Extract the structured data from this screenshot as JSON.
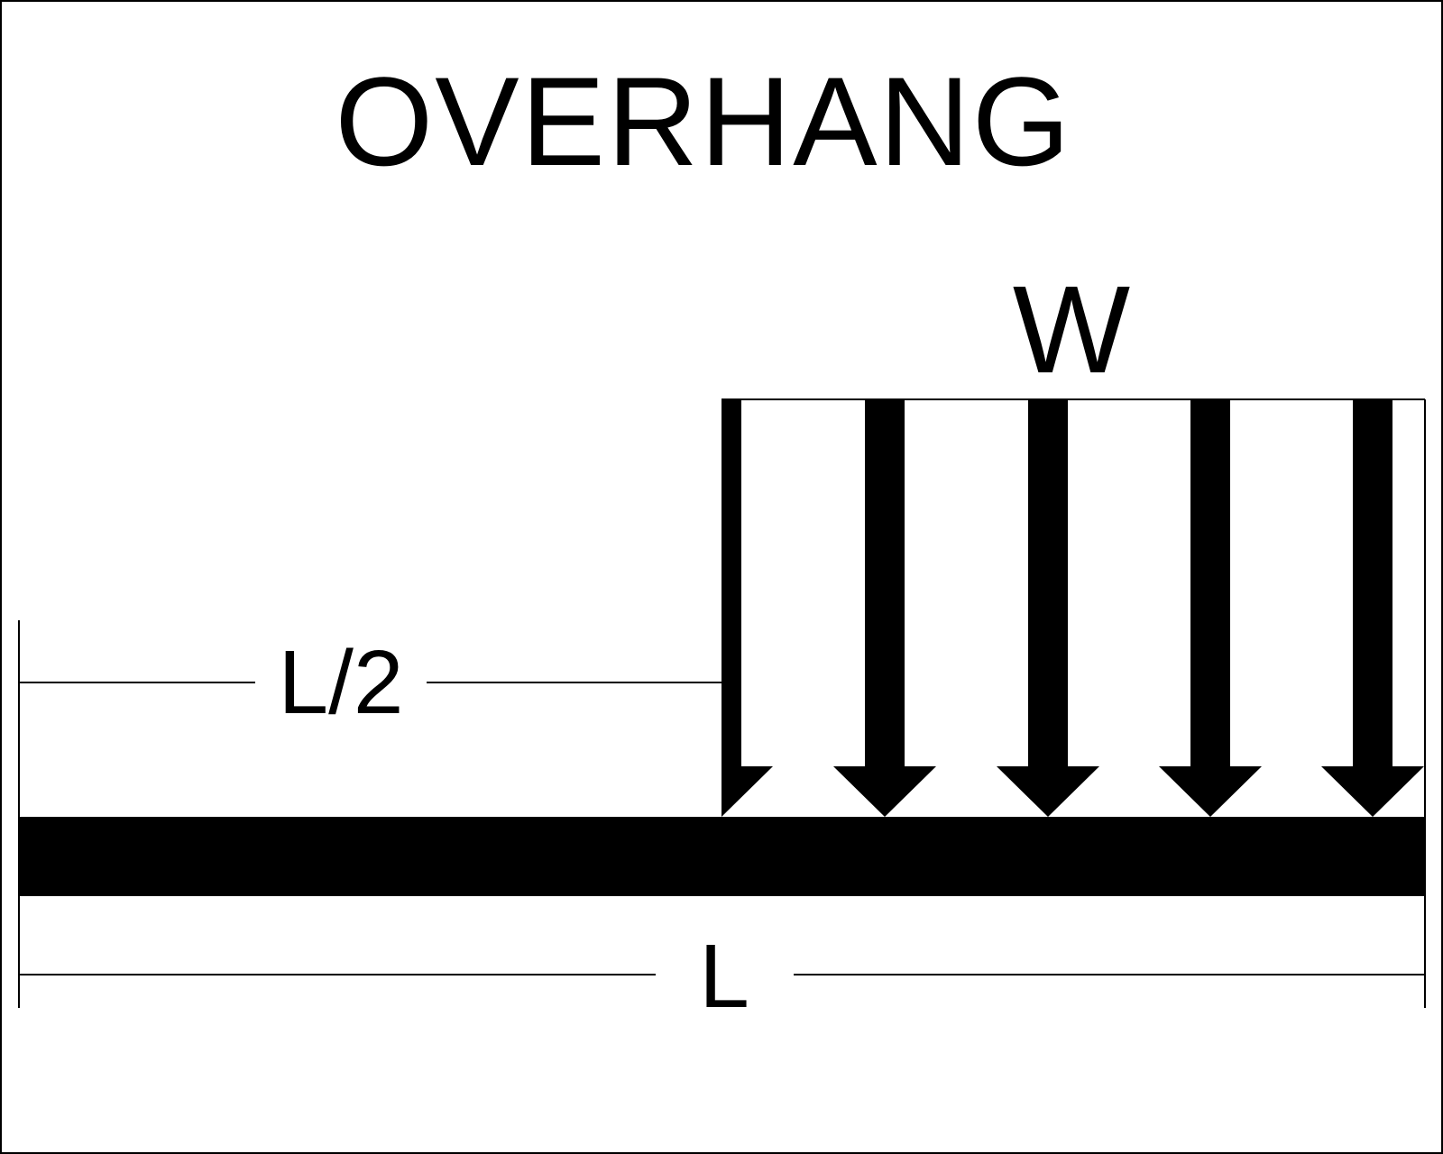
{
  "title": "OVERHANG",
  "load": {
    "label": "W",
    "type": "uniformly distributed",
    "arrow_count": 5
  },
  "dimensions": {
    "half_label": "L/2",
    "full_label": "L"
  },
  "colors": {
    "ink": "#000000",
    "background": "#ffffff"
  }
}
